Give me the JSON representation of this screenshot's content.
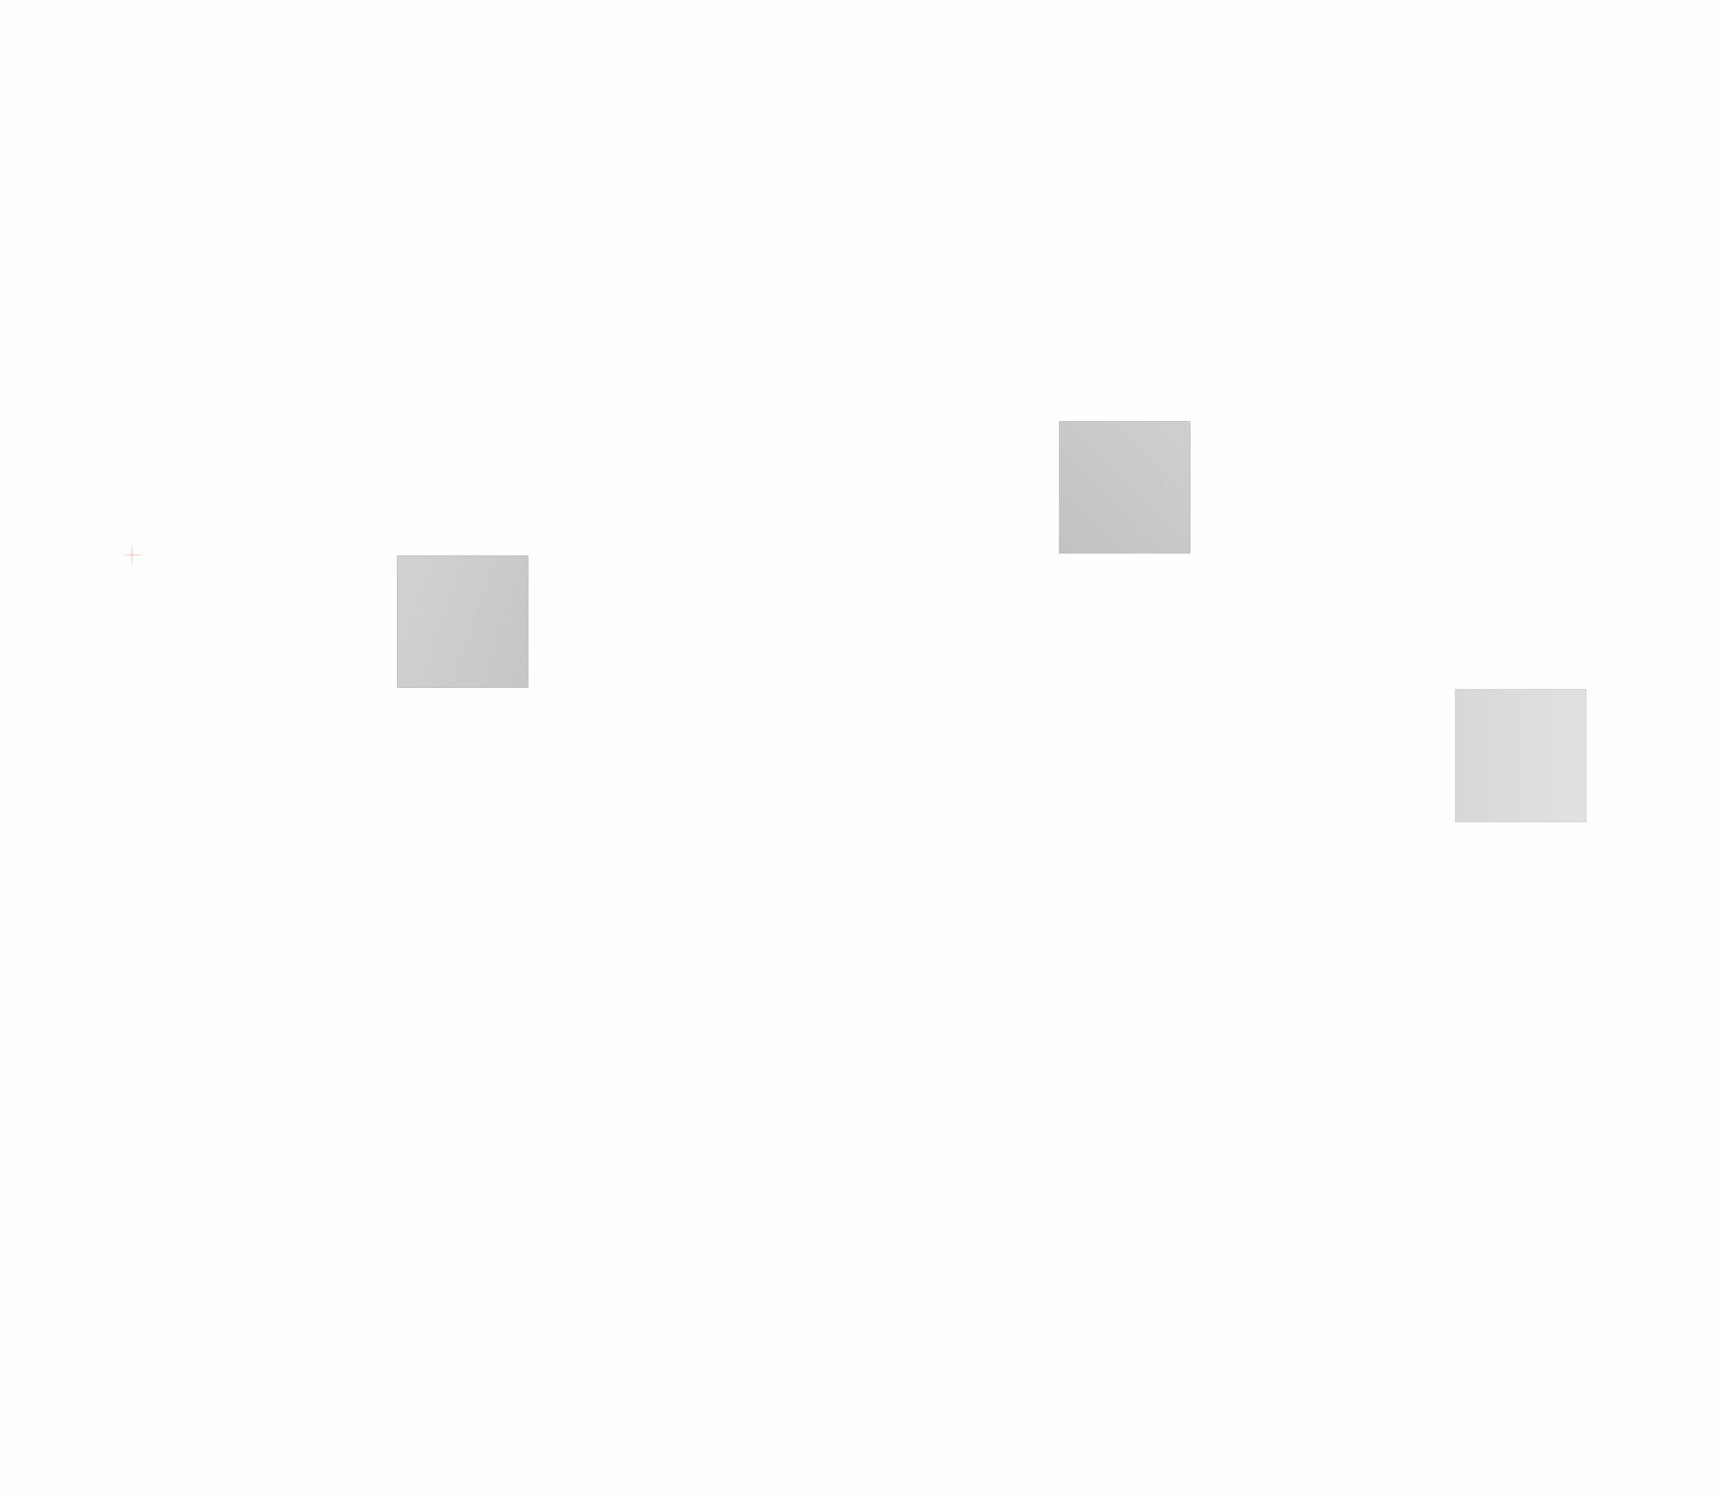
{
  "canvas": {
    "background": "#fefefe",
    "cursor": {
      "icon": "crosshair-icon",
      "color": "#f3b8b0"
    },
    "tiles": [
      {
        "id": "tile-1",
        "color": "#cccccc"
      },
      {
        "id": "tile-2",
        "color": "#c8c8c8"
      },
      {
        "id": "tile-3",
        "color": "#dddddd"
      }
    ]
  }
}
